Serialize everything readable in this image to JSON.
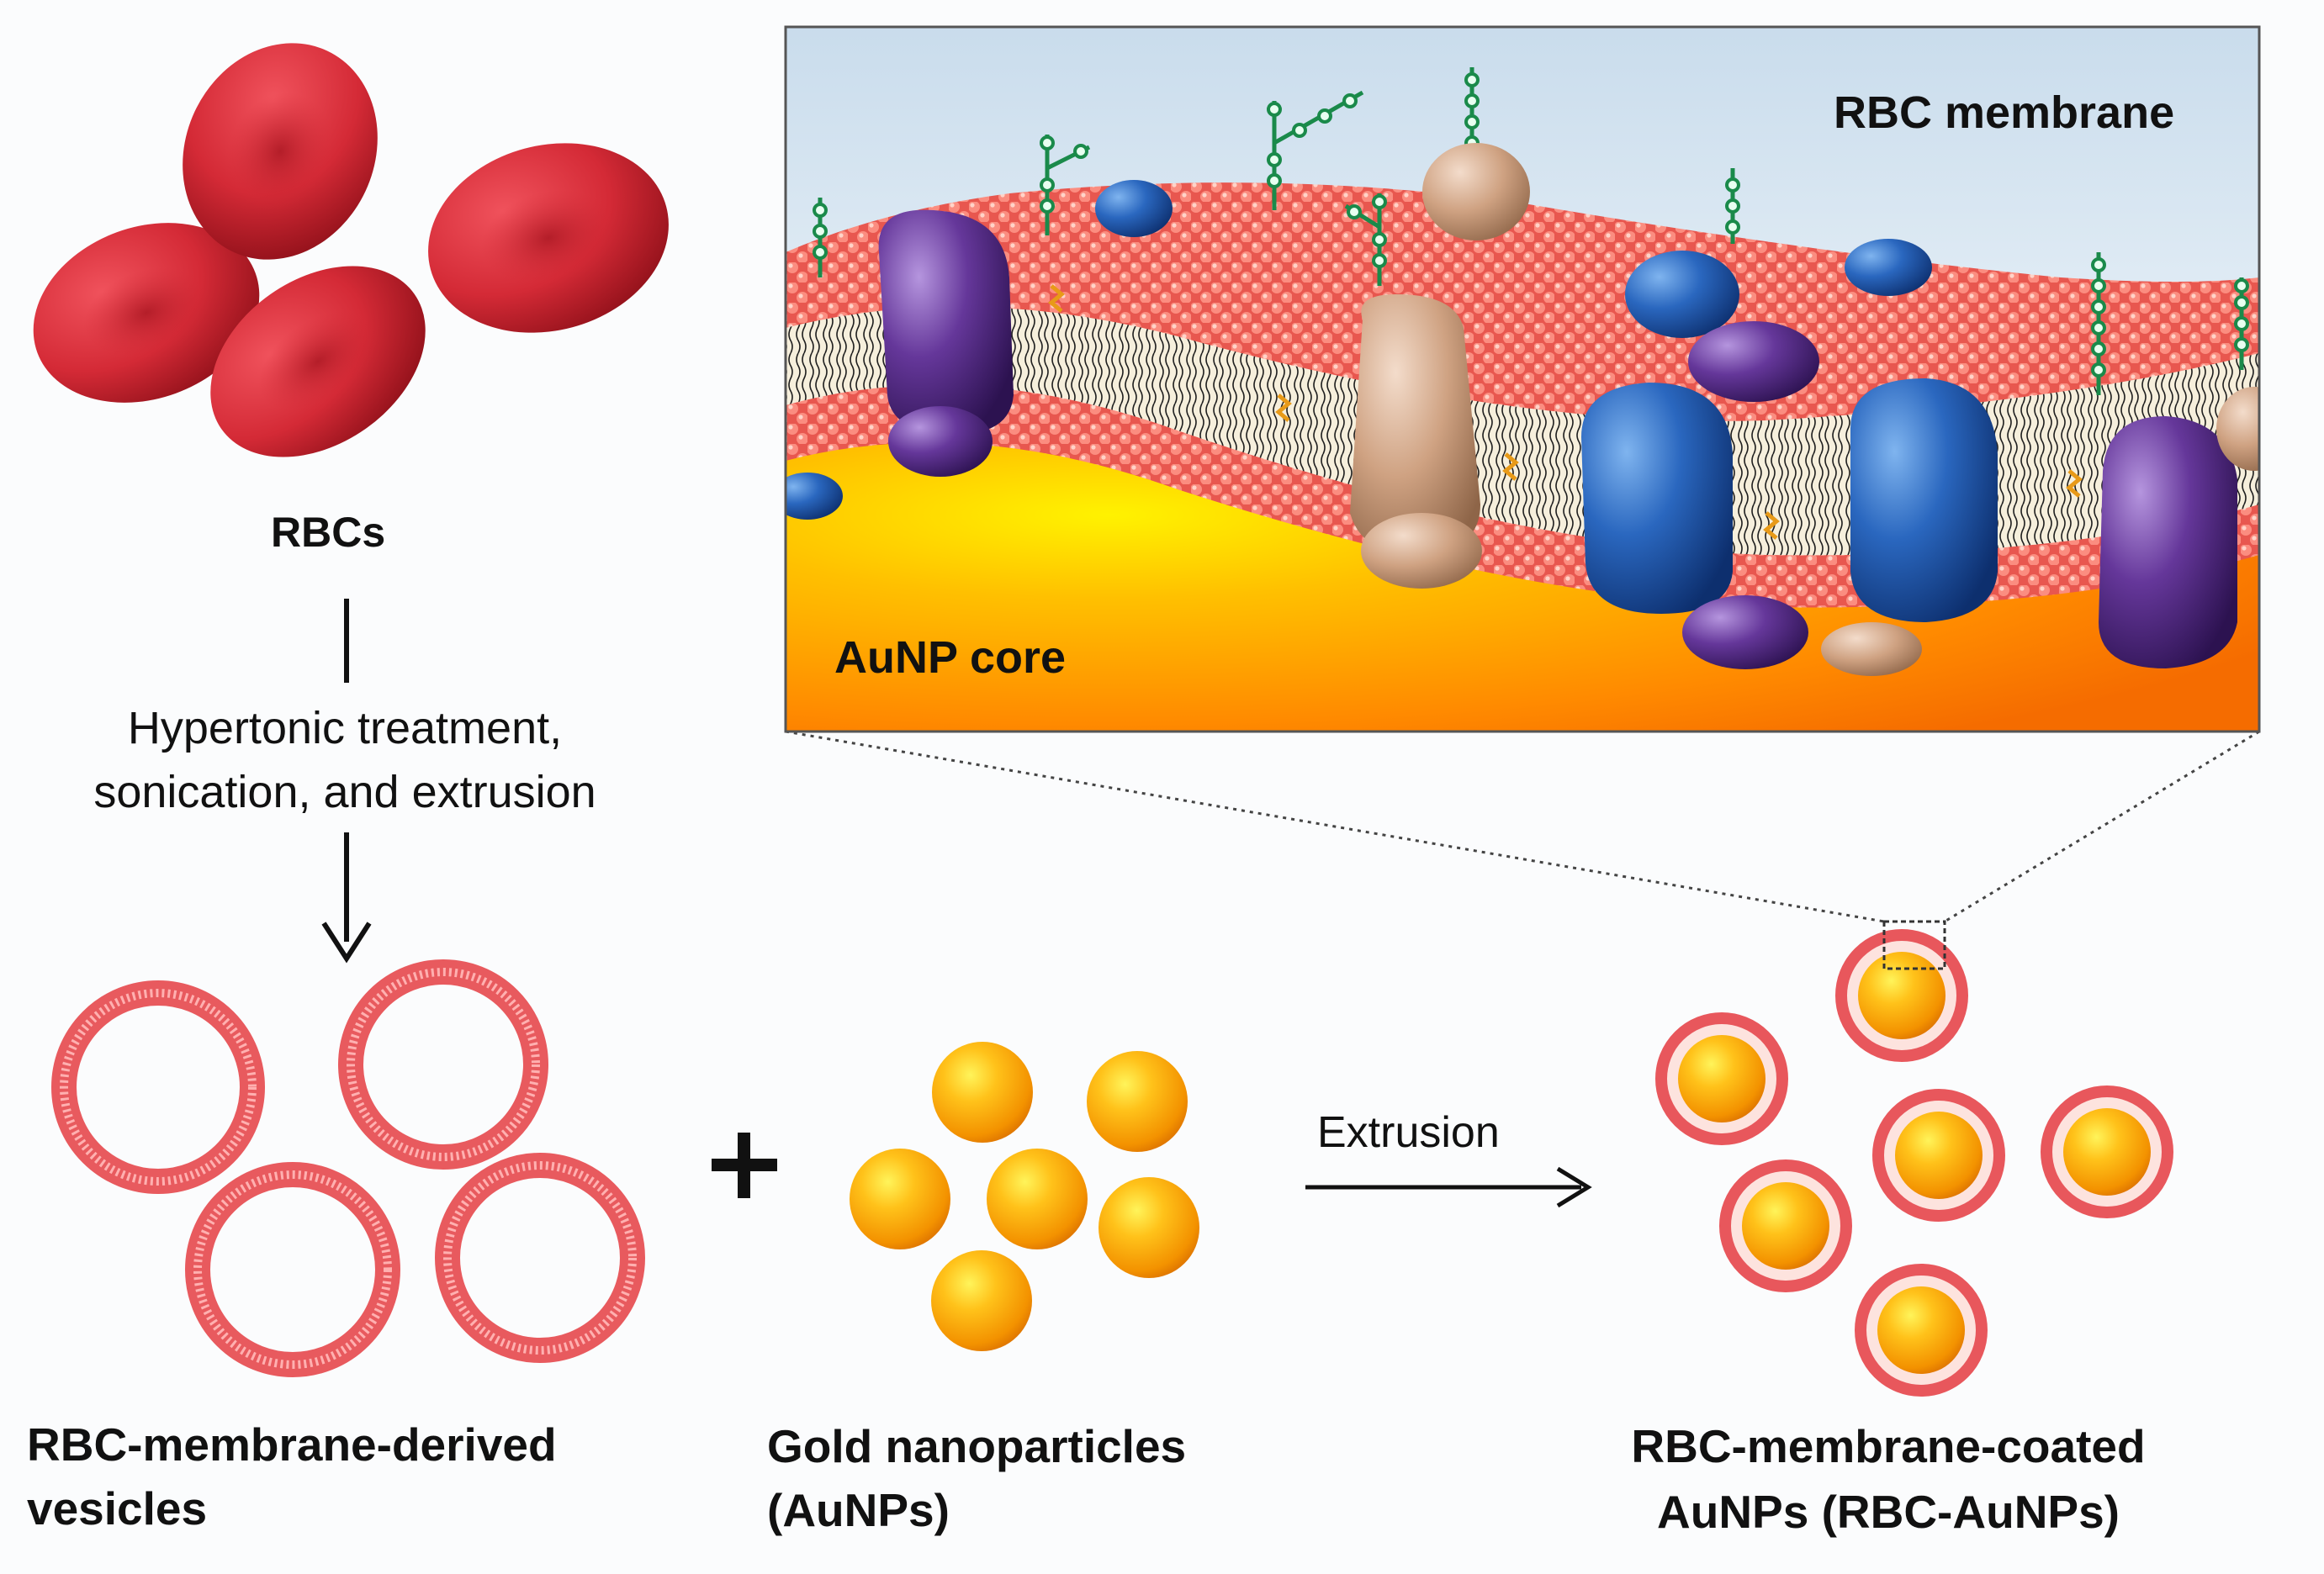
{
  "labels": {
    "rbcs": "RBCs",
    "process_line1": "Hypertonic treatment,",
    "process_line2": "sonication, and extrusion",
    "vesicles_line1": "RBC-membrane-derived",
    "vesicles_line2": "vesicles",
    "plus": "+",
    "gold_line1": "Gold nanoparticles",
    "gold_line2": "(AuNPs)",
    "extrusion": "Extrusion",
    "coated_line1": "RBC-membrane-coated",
    "coated_line2": "AuNPs (RBC-AuNPs)",
    "inset_membrane": "RBC membrane",
    "inset_core": "AuNP core"
  },
  "colors": {
    "rbc_red": "#c8202c",
    "membrane_pink": "#f26a68",
    "gold_core": "#f7a800",
    "glycan_green": "#1a8a4a",
    "protein_blue": "#1f5fb0",
    "protein_purple": "#5b2d8e",
    "protein_tan": "#c89a7a"
  },
  "icons": [
    "red-blood-cell-icon",
    "vesicle-icon",
    "gold-nanoparticle-icon",
    "coated-nanoparticle-icon",
    "membrane-protein-icon",
    "glycan-chain-icon"
  ]
}
